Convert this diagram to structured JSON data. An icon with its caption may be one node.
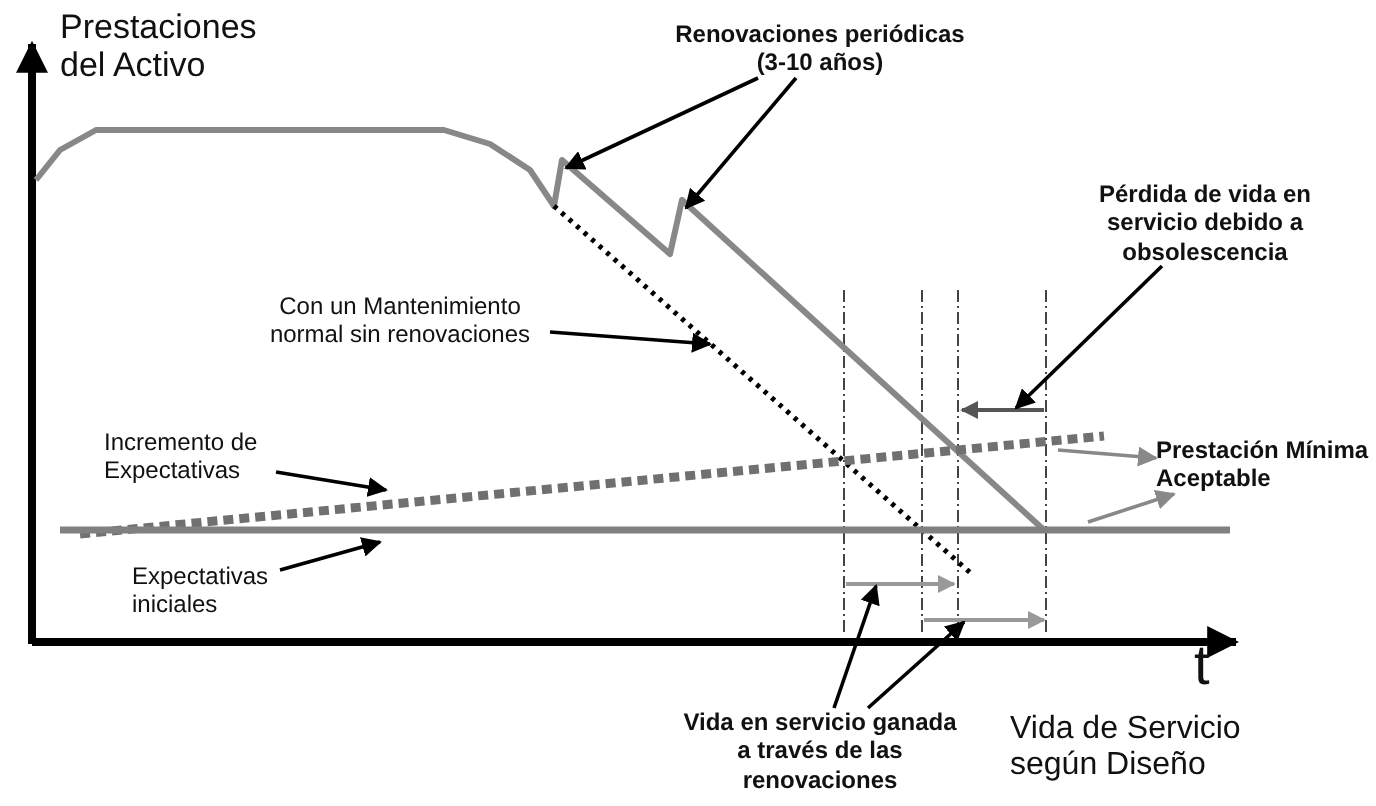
{
  "diagram": {
    "nodes": [
      {
        "text": [
          "Renovaciones periódicas (3-10 años)"
        ]
      },
      {
        "text": [
          "Con un Mantenimiento normal sin renovaciones"
        ]
      },
      {
        "text": [
          "Pérdida de vida en servicio debido a obsolescencia"
        ]
      },
      {
        "text": [
          "Incremento de Expectativas"
        ]
      },
      {
        "text": [
          "Prestación Mínima Aceptable"
        ]
      },
      {
        "text": [
          "Expectativas iniciales"
        ]
      },
      {
        "text": [
          "Vida en servicio ganada a través de las renovaciones"
        ]
      },
      {
        "text": [],
        "shape": "arrow"
      },
      {
        "text": [],
        "shape": "arrow"
      },
      {
        "text": [],
        "shape": "arrow"
      }
    ],
    "edges": [
      {
        "from": 0,
        "to": null,
        "arrow": "to"
      },
      {
        "from": 0,
        "to": null,
        "arrow": "to"
      },
      {
        "from": 1,
        "to": null,
        "arrow": "to"
      },
      {
        "from": 2,
        "to": 7,
        "arrow": "to"
      },
      {
        "from": 3,
        "to": null,
        "arrow": "to"
      },
      {
        "from": null,
        "to": 4,
        "arrow": "to",
        "color": "#888888"
      },
      {
        "from": null,
        "to": 4,
        "arrow": "to",
        "color": "#888888"
      },
      {
        "from": 5,
        "to": null,
        "arrow": "to"
      },
      {
        "from": 6,
        "to": 8,
        "arrow": "to"
      },
      {
        "from": 6,
        "to": 9,
        "arrow": "to"
      }
    ],
    "labels": [
      "Prestaciones del Activo",
      "t",
      "Vida de Servicio según Diseño"
    ]
  }
}
